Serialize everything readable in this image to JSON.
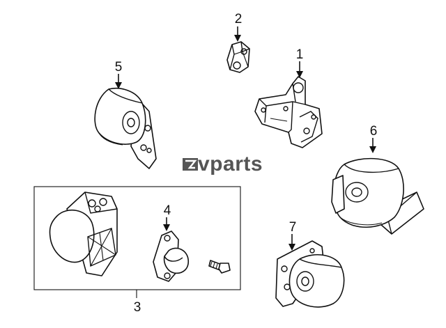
{
  "brand": {
    "logo_text": "vparts",
    "logo_color": "#555555"
  },
  "callouts": [
    {
      "id": "1",
      "label": "1"
    },
    {
      "id": "2",
      "label": "2"
    },
    {
      "id": "3",
      "label": "3"
    },
    {
      "id": "4",
      "label": "4"
    },
    {
      "id": "5",
      "label": "5"
    },
    {
      "id": "6",
      "label": "6"
    },
    {
      "id": "7",
      "label": "7"
    }
  ],
  "line_color": "#111111"
}
